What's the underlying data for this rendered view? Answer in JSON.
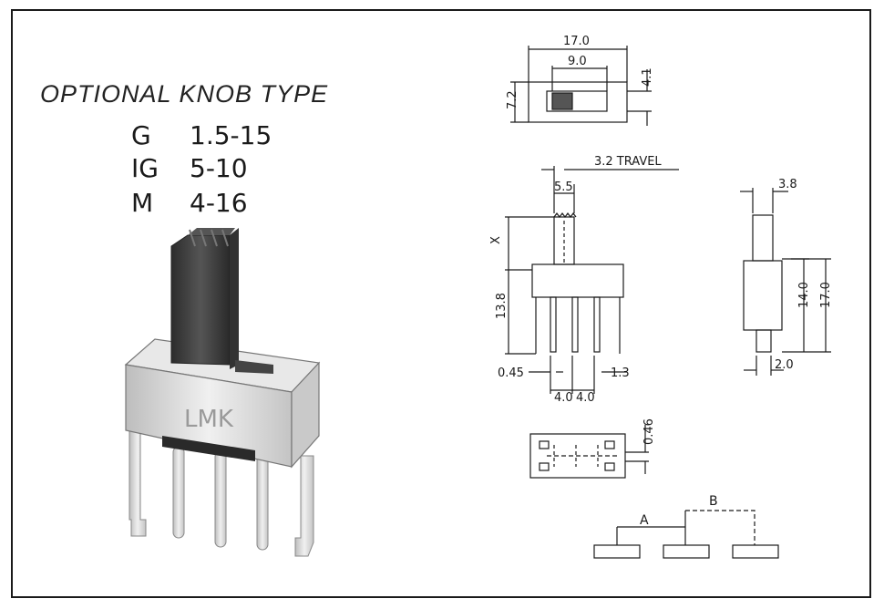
{
  "knob": {
    "title": "OPTIONAL KNOB TYPE",
    "rows": [
      {
        "code": "G",
        "range": "1.5-15"
      },
      {
        "code": "IG",
        "range": "5-10"
      },
      {
        "code": "M",
        "range": "4-16"
      }
    ]
  },
  "product": {
    "brand": "LMK"
  },
  "top_view": {
    "width": "17.0",
    "slot": "9.0",
    "depth": "4.1",
    "height": "7.2"
  },
  "front_view": {
    "travel": "3.2 TRAVEL",
    "knob_width": "5.5",
    "knob_height": "X",
    "body_height": "13.8",
    "pin_thickness": "0.45",
    "pitch_1": "4.0",
    "pitch_2": "4.0",
    "end_pin": "1.3"
  },
  "side_view": {
    "knob_thickness": "3.8",
    "inner_height": "14.0",
    "overall_height": "17.0",
    "pin_width": "2.0"
  },
  "bottom_view": {
    "hole": "0.46"
  },
  "circuit": {
    "pos_a": "A",
    "pos_b": "B"
  },
  "colors": {
    "line": "#1a1a1a",
    "knob": "#3c3c3c",
    "metal": "#d9d9d9",
    "frame": "#1a1a1a"
  }
}
